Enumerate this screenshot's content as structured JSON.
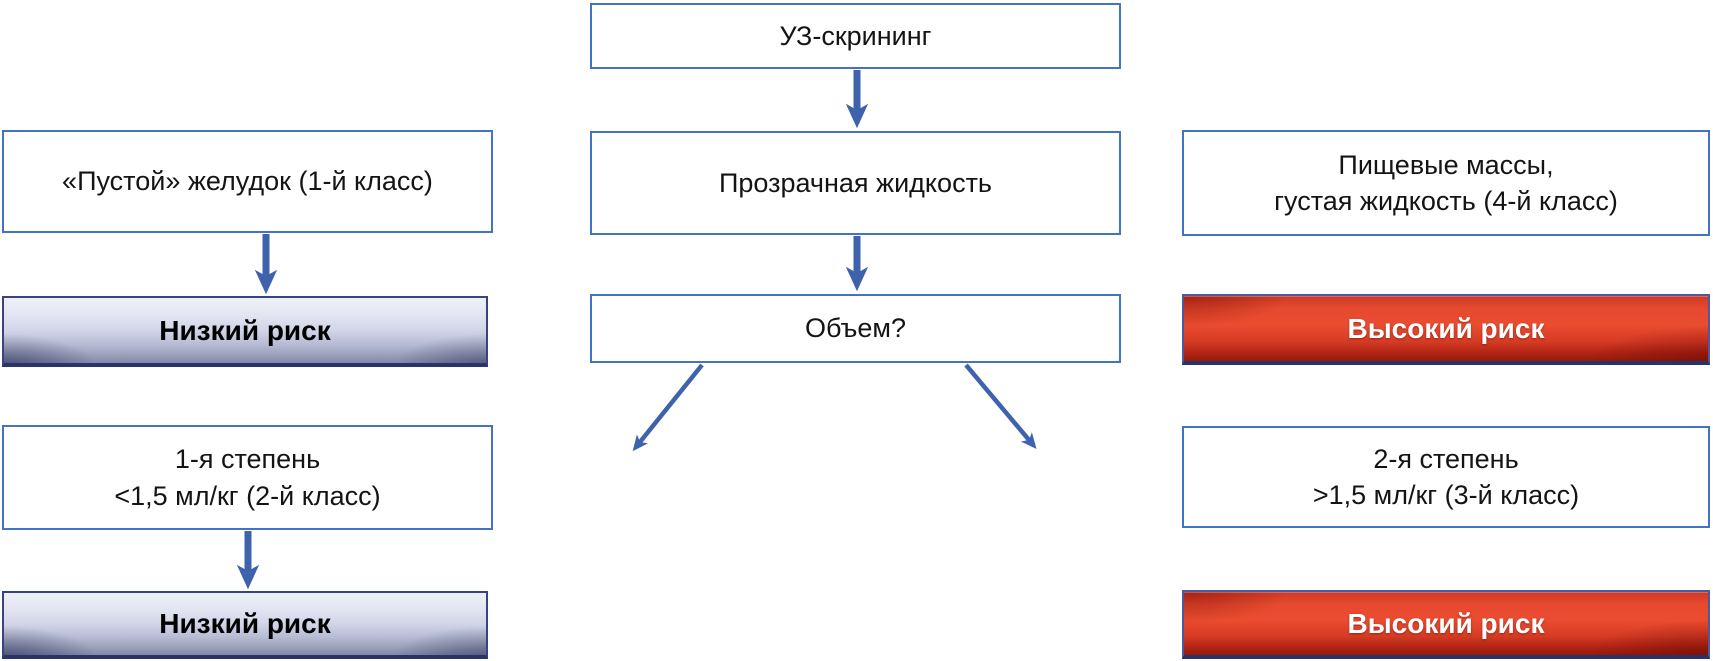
{
  "diagram": {
    "title": "УЗ-скрининг риск-стратификация (флоу-чарт)",
    "colors": {
      "box_border": "#4472c4",
      "arrow": "#3e62ab",
      "low_risk_button_top": "#eff1f9",
      "low_risk_button_bottom": "#8289a6",
      "high_risk_button": "#e64a2f",
      "low_risk_text": "#000000",
      "high_risk_text": "#ffffff"
    },
    "nodes": {
      "screening": {
        "label": "УЗ-скрининг"
      },
      "empty_stomach": {
        "label": "«Пустой» желудок (1-й класс)"
      },
      "clear_liquid": {
        "label": "Прозрачная жидкость"
      },
      "food_masses": {
        "label": "Пищевые массы,\nгустая жидкость (4-й класс)"
      },
      "volume": {
        "label": "Объем?"
      },
      "low_risk_1": {
        "label": "Низкий риск"
      },
      "high_risk_1": {
        "label": "Высокий риск"
      },
      "grade_1": {
        "label": "1-я степень\n<1,5 мл/кг (2-й класс)"
      },
      "grade_2": {
        "label": "2-я степень\n>1,5 мл/кг (3-й класс)"
      },
      "low_risk_2": {
        "label": "Низкий риск"
      },
      "high_risk_2": {
        "label": "Высокий риск"
      }
    },
    "edges": [
      {
        "from": "screening",
        "to": "clear_liquid"
      },
      {
        "from": "clear_liquid",
        "to": "volume"
      },
      {
        "from": "empty_stomach",
        "to": "low_risk_1"
      },
      {
        "from": "volume",
        "to": "grade_1"
      },
      {
        "from": "volume",
        "to": "grade_2"
      },
      {
        "from": "grade_1",
        "to": "low_risk_2"
      }
    ]
  }
}
